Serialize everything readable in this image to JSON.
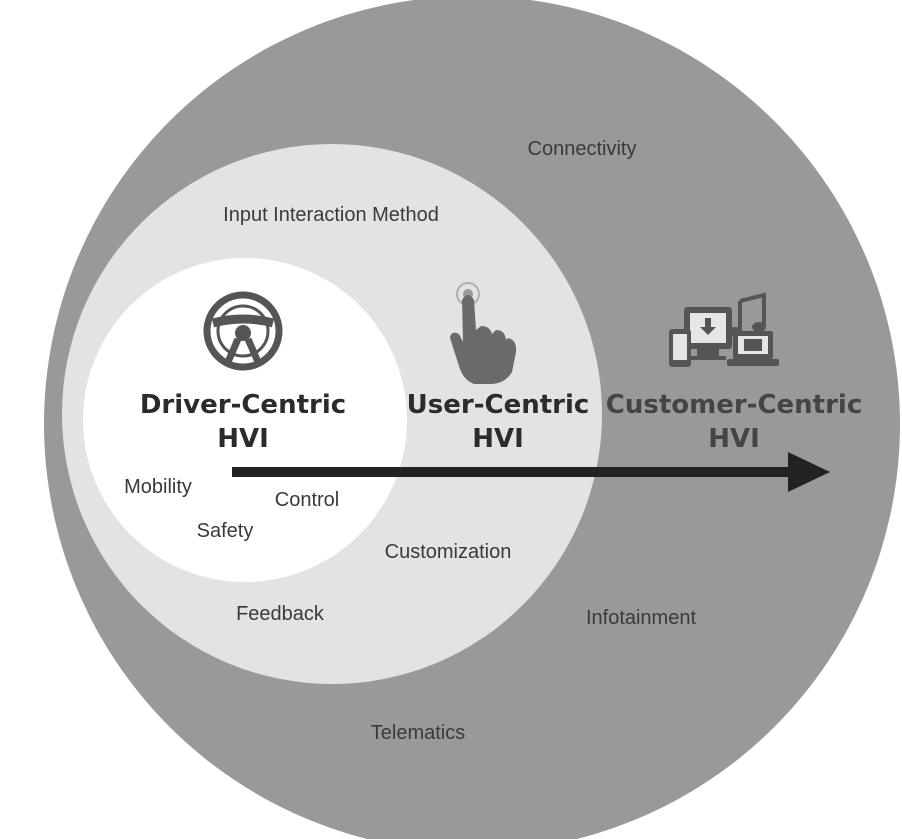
{
  "colors": {
    "outer_circle": "#999999",
    "middle_circle": "#e3e3e3",
    "inner_circle": "#ffffff",
    "arrow": "#222222",
    "heading_dark": "#2b2b2b",
    "heading_outer": "#444444",
    "icon": "#555555"
  },
  "levels": {
    "driver": {
      "title_line1": "Driver-Centric",
      "title_line2": "HVI",
      "icon": "steering-wheel-icon"
    },
    "user": {
      "title_line1": "User-Centric",
      "title_line2": "HVI",
      "icon": "touch-hand-icon"
    },
    "customer": {
      "title_line1": "Customer-Centric",
      "title_line2": "HVI",
      "icon": "media-devices-icon"
    }
  },
  "labels": {
    "connectivity": "Connectivity",
    "input_interaction": "Input Interaction Method",
    "mobility": "Mobility",
    "control": "Control",
    "safety": "Safety",
    "customization": "Customization",
    "feedback": "Feedback",
    "infotainment": "Infotainment",
    "telematics": "Telematics"
  }
}
